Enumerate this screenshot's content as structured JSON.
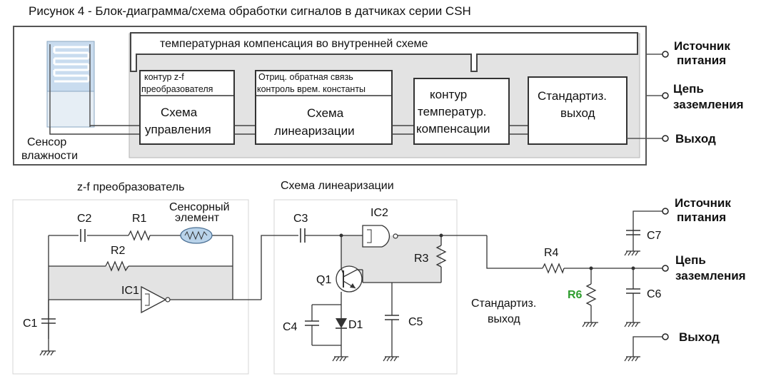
{
  "title": "Рисунок 4 - Блок-диаграмма/схема обработки сигналов в датчиках серии CSH",
  "block": {
    "temp_comp_band": "температурная компенсация во внутренней схеме",
    "sensor_label_1": "Сенсор",
    "sensor_label_2": "влажности",
    "control_top_1": "контур  z-f",
    "control_top_2": "преобразователя",
    "control_1": "Схема",
    "control_2": "управления",
    "lin_top_1": "Отриц. обратная связь",
    "lin_top_2": "контроль врем. константы",
    "lin_1": "Схема",
    "lin_2": "линеаризации",
    "tc_1": "контур",
    "tc_2": "температур.",
    "tc_3": "компенсации",
    "std_1": "Стандартиз.",
    "std_2": "выход",
    "out_power_1": "Источник",
    "out_power_2": "питания",
    "out_ground_1": "Цепь",
    "out_ground_2": "заземления",
    "out_output": "Выход"
  },
  "circuit": {
    "zf_title": "z-f преобразователь",
    "lin_title": "Схема линеаризации",
    "sensor_elem_1": "Сенсорный",
    "sensor_elem_2": "элемент",
    "c2": "C2",
    "r1": "R1",
    "r2": "R2",
    "ic1": "IC1",
    "c1": "C1",
    "c3": "C3",
    "ic2": "IC2",
    "r3": "R3",
    "q1": "Q1",
    "c4": "C4",
    "d1": "D1",
    "c5": "C5",
    "r4": "R4",
    "r6": "R6",
    "c7": "C7",
    "c6": "C6",
    "std_1": "Стандартиз.",
    "std_2": "выход",
    "out_power_1": "Источник",
    "out_power_2": "питания",
    "out_ground_1": "Цепь",
    "out_ground_2": "заземления",
    "out_output": "Выход"
  },
  "colors": {
    "panel": "#e3e3e3",
    "frame": "#555555",
    "r6": "#2e9d2e",
    "sensor_fill": "#b9d3ea"
  }
}
